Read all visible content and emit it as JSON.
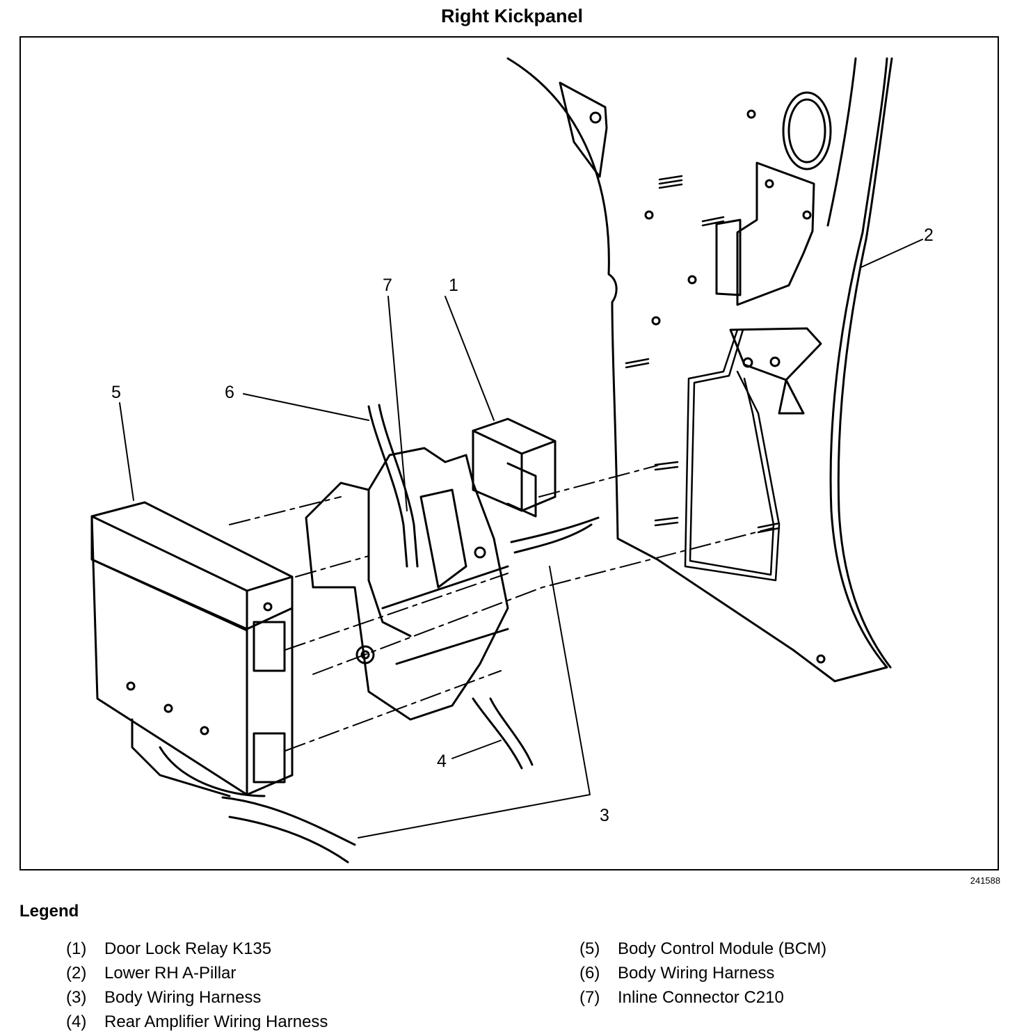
{
  "title": "Right Kickpanel",
  "figure_id": "241588",
  "callouts": [
    "1",
    "2",
    "3",
    "4",
    "5",
    "6",
    "7"
  ],
  "legend": {
    "title": "Legend",
    "items": [
      {
        "num": "(1)",
        "label": "Door Lock Relay K135"
      },
      {
        "num": "(2)",
        "label": "Lower RH A-Pillar"
      },
      {
        "num": "(3)",
        "label": "Body Wiring Harness"
      },
      {
        "num": "(4)",
        "label": "Rear Amplifier Wiring Harness"
      },
      {
        "num": "(5)",
        "label": "Body Control Module (BCM)"
      },
      {
        "num": "(6)",
        "label": "Body Wiring Harness"
      },
      {
        "num": "(7)",
        "label": "Inline Connector C210"
      }
    ]
  }
}
